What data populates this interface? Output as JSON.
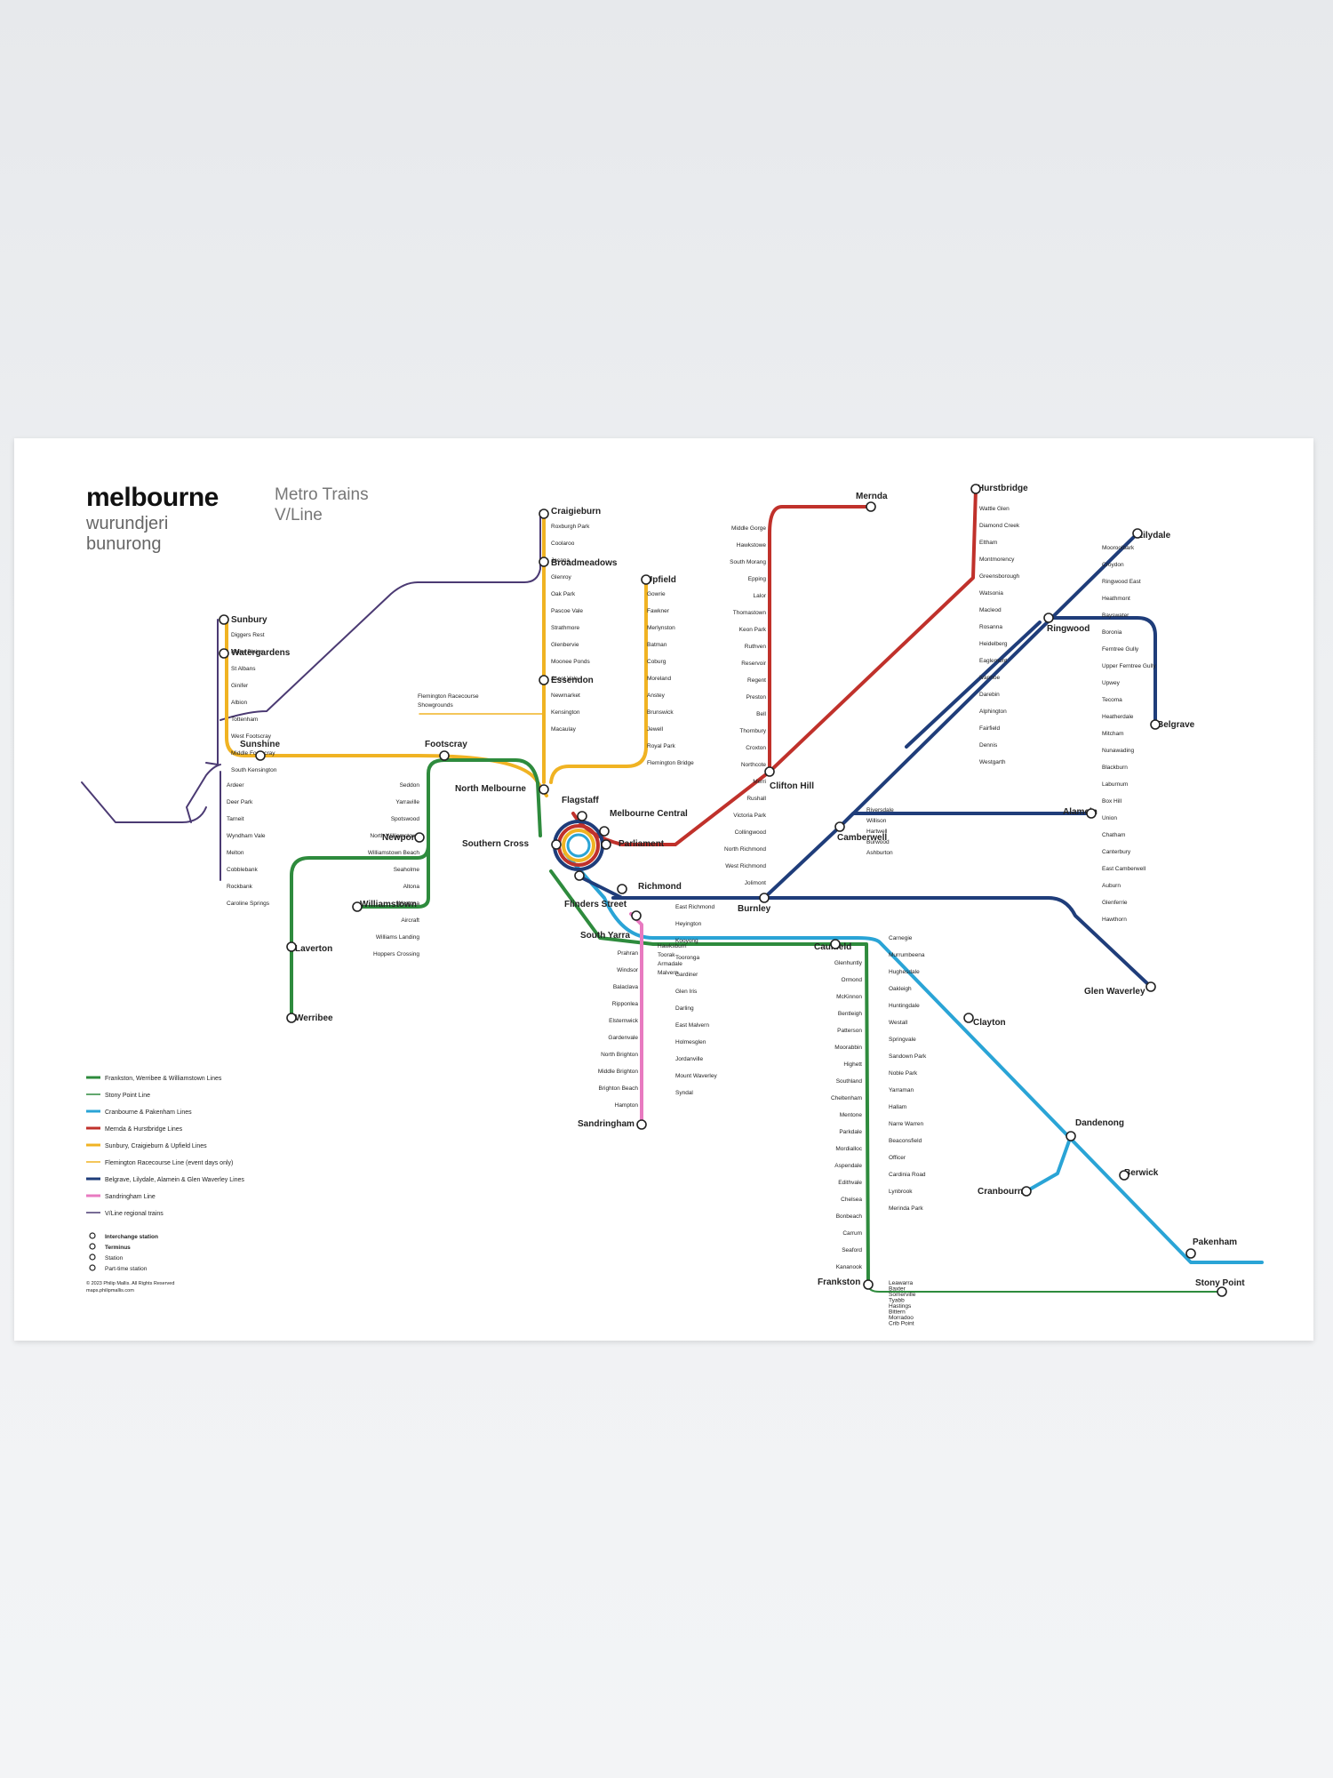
{
  "title": "melbourne",
  "subtitle_lines": [
    "wurundjeri",
    "bunurong"
  ],
  "operators": [
    "Metro Trains",
    "V/Line"
  ],
  "colors": {
    "green": "#2e8b3d",
    "cyan": "#2aa4d6",
    "red": "#c0312b",
    "yellow": "#f0b323",
    "navy": "#1f3d7a",
    "pink": "#e87ac0",
    "purple": "#4b3a73"
  },
  "legend": [
    {
      "label": "Frankston, Werribee & Williamstown Lines",
      "color": "#2e8b3d",
      "style": "solid"
    },
    {
      "label": "Stony Point Line",
      "color": "#2e8b3d",
      "style": "thin"
    },
    {
      "label": "Cranbourne & Pakenham Lines",
      "color": "#2aa4d6",
      "style": "solid"
    },
    {
      "label": "Mernda & Hurstbridge Lines",
      "color": "#c0312b",
      "style": "solid"
    },
    {
      "label": "Sunbury, Craigieburn & Upfield Lines",
      "color": "#f0b323",
      "style": "solid"
    },
    {
      "label": "Flemington Racecourse Line (event days only)",
      "color": "#f0b323",
      "style": "thin"
    },
    {
      "label": "Belgrave, Lilydale, Alamein & Glen Waverley Lines",
      "color": "#1f3d7a",
      "style": "solid"
    },
    {
      "label": "Sandringham Line",
      "color": "#e87ac0",
      "style": "solid"
    },
    {
      "label": "V/Line regional trains",
      "color": "#4b3a73",
      "style": "thin"
    }
  ],
  "symbol_legend": [
    "Interchange station",
    "Terminus",
    "Station",
    "Part-time station"
  ],
  "copyright": [
    "© 2023 Philip Mallis. All Rights Reserved",
    "maps.philipmallis.com"
  ],
  "stations_major": [
    "Craigieburn",
    "Broadmeadows",
    "Essendon",
    "Upfield",
    "Sunbury",
    "Watergardens",
    "Sunshine",
    "Footscray",
    "North Melbourne",
    "Flagstaff",
    "Melbourne Central",
    "Parliament",
    "Southern Cross",
    "Flinders Street",
    "Richmond",
    "South Yarra",
    "Newport",
    "Williamstown",
    "Laverton",
    "Werribee",
    "Sandringham",
    "Mernda",
    "Hurstbridge",
    "Clifton Hill",
    "Lilydale",
    "Ringwood",
    "Belgrave",
    "Camberwell",
    "Alamein",
    "Burnley",
    "Glen Waverley",
    "Caulfield",
    "Frankston",
    "Clayton",
    "Dandenong",
    "Cranbourne",
    "Berwick",
    "Pakenham",
    "Stony Point"
  ],
  "station_labels": {
    "craigieburn_line": [
      "Roxburgh Park",
      "Coolaroo",
      "Jacana",
      "Glenroy",
      "Oak Park",
      "Pascoe Vale",
      "Strathmore",
      "Glenbervie",
      "Moonee Ponds",
      "Ascot Vale",
      "Newmarket",
      "Kensington",
      "Macaulay"
    ],
    "upfield_line": [
      "Gowrie",
      "Fawkner",
      "Merlynston",
      "Batman",
      "Coburg",
      "Moreland",
      "Anstey",
      "Brunswick",
      "Jewell",
      "Royal Park",
      "Flemington Bridge"
    ],
    "sunbury_line": [
      "Diggers Rest",
      "Keilor Plains",
      "St Albans",
      "Ginifer",
      "Albion",
      "Tottenham",
      "West Footscray",
      "Middle Footscray",
      "South Kensington"
    ],
    "vline_west": [
      "Ardeer",
      "Deer Park",
      "Tarneit",
      "Wyndham Vale",
      "Melton",
      "Cobblebank",
      "Rockbank",
      "Caroline Springs"
    ],
    "racecourse": [
      "Flemington Racecourse",
      "Showgrounds"
    ],
    "williamstown_line": [
      "Seddon",
      "Yarraville",
      "Spotswood",
      "North Williamstown",
      "Williamstown Beach",
      "Seaholme",
      "Altona",
      "Westona",
      "Aircraft",
      "Williams Landing",
      "Hoppers Crossing"
    ],
    "mernda_line": [
      "Middle Gorge",
      "Hawkstowe",
      "South Morang",
      "Epping",
      "Lalor",
      "Thomastown",
      "Keon Park",
      "Ruthven",
      "Reservoir",
      "Regent",
      "Preston",
      "Bell",
      "Thornbury",
      "Croxton",
      "Northcote",
      "Merri",
      "Rushall",
      "Victoria Park",
      "Collingwood",
      "North Richmond",
      "West Richmond",
      "Jolimont"
    ],
    "hurstbridge_line": [
      "Wattle Glen",
      "Diamond Creek",
      "Eltham",
      "Montmorency",
      "Greensborough",
      "Watsonia",
      "Macleod",
      "Rosanna",
      "Heidelberg",
      "Eaglemont",
      "Ivanhoe",
      "Darebin",
      "Alphington",
      "Fairfield",
      "Dennis",
      "Westgarth"
    ],
    "lilydale_line": [
      "Mooroolbark",
      "Croydon",
      "Ringwood East",
      "Heathmont",
      "Bayswater",
      "Boronia",
      "Ferntree Gully",
      "Upper Ferntree Gully",
      "Upwey",
      "Tecoma",
      "Heatherdale",
      "Mitcham",
      "Nunawading",
      "Blackburn",
      "Laburnum",
      "Box Hill",
      "Union",
      "Chatham",
      "Canterbury",
      "East Camberwell",
      "Auburn",
      "Glenferrie",
      "Hawthorn"
    ],
    "alamein_line": [
      "Riversdale",
      "Willison",
      "Hartwell",
      "Burwood",
      "Ashburton"
    ],
    "glen_waverley_line": [
      "East Richmond",
      "Heyington",
      "Kooyong",
      "Tooronga",
      "Gardiner",
      "Glen Iris",
      "Darling",
      "East Malvern",
      "Holmesglen",
      "Jordanville",
      "Mount Waverley",
      "Syndal"
    ],
    "sandringham_line": [
      "Prahran",
      "Windsor",
      "Balaclava",
      "Ripponlea",
      "Elsternwick",
      "Gardenvale",
      "North Brighton",
      "Middle Brighton",
      "Brighton Beach",
      "Hampton"
    ],
    "caulfield_group": [
      "Hawksburn",
      "Toorak",
      "Armadale",
      "Malvern"
    ],
    "frankston_line": [
      "Glenhuntly",
      "Ormond",
      "McKinnon",
      "Bentleigh",
      "Patterson",
      "Moorabbin",
      "Highett",
      "Southland",
      "Cheltenham",
      "Mentone",
      "Parkdale",
      "Mordialloc",
      "Aspendale",
      "Edithvale",
      "Chelsea",
      "Bonbeach",
      "Carrum",
      "Seaford",
      "Kananook"
    ],
    "dandenong_line": [
      "Carnegie",
      "Murrumbeena",
      "Hughesdale",
      "Oakleigh",
      "Huntingdale",
      "Westall",
      "Springvale",
      "Sandown Park",
      "Noble Park",
      "Yarraman",
      "Hallam",
      "Narre Warren",
      "Beaconsfield",
      "Officer",
      "Cardinia Road",
      "Lynbrook",
      "Merinda Park"
    ],
    "stony_point_line": [
      "Leawarra",
      "Baxter",
      "Somerville",
      "Tyabb",
      "Hastings",
      "Bittern",
      "Morradoo",
      "Crib Point"
    ]
  }
}
